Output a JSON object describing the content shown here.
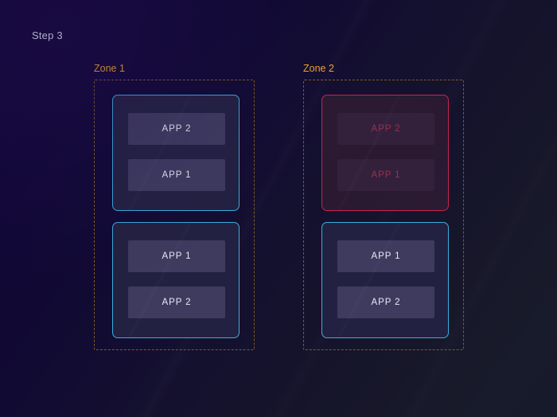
{
  "page": {
    "step_label": "Step 3",
    "background_start": "#120738",
    "background_end": "#171a2b"
  },
  "theme": {
    "zone_border_color": "#7d5c24",
    "zone_label_color": "#eca32a",
    "group_border_active": "#3aaede",
    "group_border_disabled": "#c42450",
    "group_background": "#232141",
    "group_background_disabled": "#2a1930",
    "app_box_background": "#3e3b5e",
    "app_box_background_disabled": "#33213b",
    "app_text_color": "#e9eaf4",
    "app_text_color_disabled": "#9a3050",
    "step_text_color": "#e4e6f2"
  },
  "zones": [
    {
      "id": "zone-1",
      "label": "Zone 1",
      "groups": [
        {
          "id": "zone-1-group-1",
          "state": "active",
          "apps": [
            {
              "label": "APP 2"
            },
            {
              "label": "APP 1"
            }
          ]
        },
        {
          "id": "zone-1-group-2",
          "state": "active",
          "apps": [
            {
              "label": "APP 1"
            },
            {
              "label": "APP 2"
            }
          ]
        }
      ]
    },
    {
      "id": "zone-2",
      "label": "Zone 2",
      "groups": [
        {
          "id": "zone-2-group-1",
          "state": "disabled",
          "apps": [
            {
              "label": "APP 2"
            },
            {
              "label": "APP 1"
            }
          ]
        },
        {
          "id": "zone-2-group-2",
          "state": "active",
          "apps": [
            {
              "label": "APP 1"
            },
            {
              "label": "APP 2"
            }
          ]
        }
      ]
    }
  ]
}
